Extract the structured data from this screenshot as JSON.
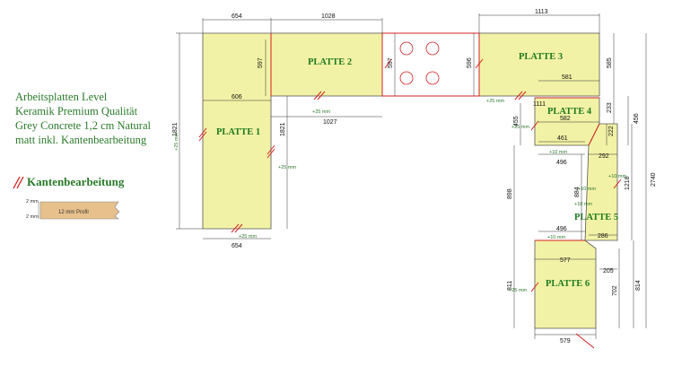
{
  "legend": {
    "lines": [
      "Arbeitsplatten Level",
      "Keramik Premium Qualität",
      "Grey Concrete 1,2 cm Natural",
      "matt inkl. Kantenbearbeitung"
    ],
    "kanten_title": "Kantenbearbeitung",
    "profile_label": "12 mm Profil",
    "mm_top": "2 mm",
    "mm_bottom": "2 mm"
  },
  "colors": {
    "plate_fill": "#f2f2a6",
    "plate_stroke": "#555555",
    "sink_stroke": "#d42020",
    "label_green": "#1e7a1e",
    "edge_mark": "#d42020",
    "profile_fill": "#e8c08c"
  },
  "plates": {
    "p1": "PLATTE 1",
    "p2": "PLATTE 2",
    "p3": "PLATTE 3",
    "p4": "PLATTE 4",
    "p5": "PLATTE 5",
    "p6": "PLATTE 6"
  },
  "dims": {
    "d654_top": "654",
    "d1028": "1028",
    "d1113": "1113",
    "d597_p2": "597",
    "d597_sink": "597",
    "d596": "596",
    "d585": "585",
    "d606": "606",
    "d1027": "1027",
    "d1821_left": "1821",
    "d1821_inner": "1821",
    "d581": "581",
    "d1111": "1111",
    "d455": "455",
    "d582": "582",
    "d233": "233",
    "d456": "456",
    "d222": "222",
    "d461": "461",
    "d496_top": "496",
    "d292": "292",
    "d2740": "2740",
    "d1218": "1218",
    "d898": "898",
    "d884": "884",
    "d496_bot": "496",
    "d286": "286",
    "d654_bot": "654",
    "d577": "577",
    "d205": "205",
    "d811": "811",
    "d702": "702",
    "d814": "814",
    "d579": "579"
  },
  "edges": {
    "e_p2": "+25 mm",
    "e_p1_left": "+25 mm",
    "e_p1_right": "+25 mm",
    "e_p1_bottom": "+25 mm",
    "e_p3": "+25 mm",
    "e_p4": "+25 mm",
    "e_p4_b1": "+10 mm",
    "e_p4_b2": "+10 mm",
    "e_p5_a": "+10 mm",
    "e_p5_b": "+10 mm",
    "e_p6_top": "+10 mm",
    "e_p6_left": "+25 mm"
  }
}
